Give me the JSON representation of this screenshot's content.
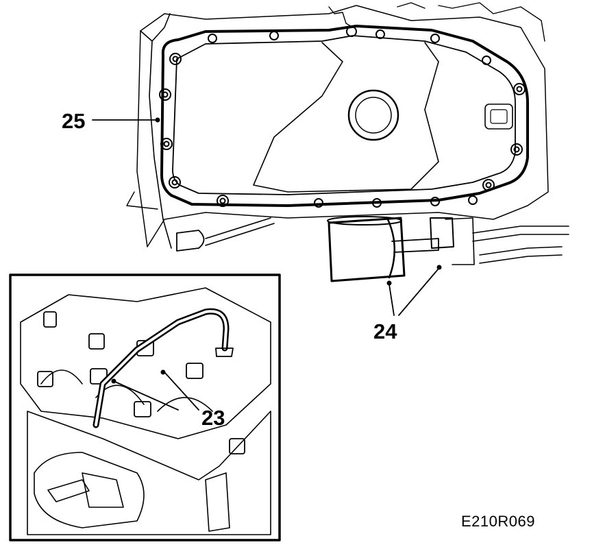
{
  "callouts": {
    "item_25": "25",
    "item_24": "24",
    "item_23": "23"
  },
  "figure_code": "E210R069",
  "colors": {
    "line": "#000000",
    "background": "#ffffff"
  }
}
